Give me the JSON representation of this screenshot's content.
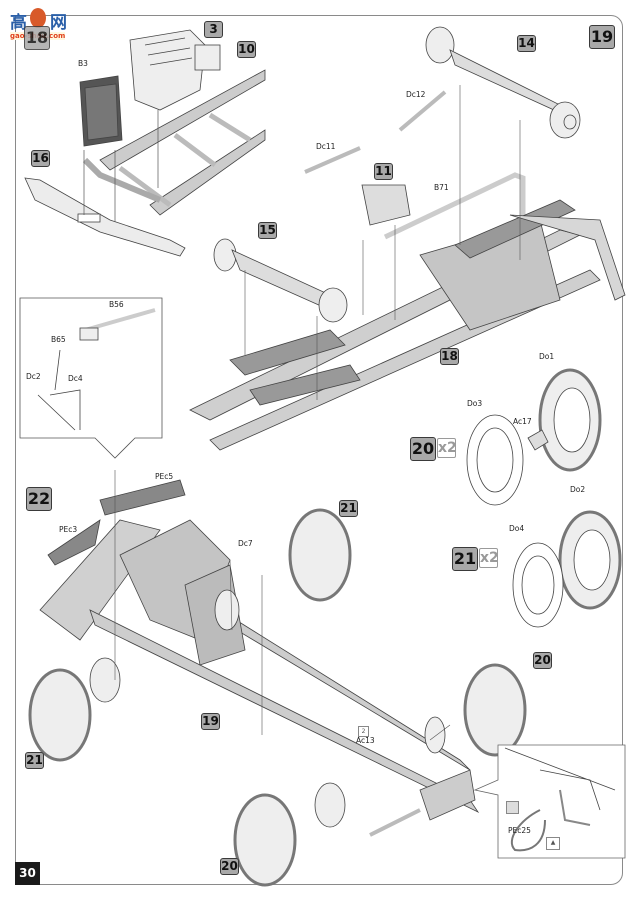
{
  "watermark": {
    "chars": [
      "高",
      "网"
    ],
    "url": "gao-shou.com"
  },
  "page_number": "30",
  "steps": {
    "s18": {
      "number": "18"
    },
    "s19": {
      "number": "19"
    },
    "s20": {
      "number": "20",
      "quantity": "x2"
    },
    "s21": {
      "number": "21",
      "quantity": "x2"
    },
    "s22": {
      "number": "22"
    }
  },
  "subassembly_refs": {
    "r3": "3",
    "r10": "10",
    "r16": "16",
    "r15": "15",
    "r14": "14",
    "r11": "11",
    "r18": "18",
    "r21_step22": "21",
    "r19": "19",
    "r21_bottom": "21",
    "r20_right": "20",
    "r20_bottom": "20"
  },
  "part_labels": {
    "b3": "B3",
    "dc12": "Dc12",
    "dc11": "Dc11",
    "b71": "B71",
    "b56": "B56",
    "b65": "B65",
    "dc2": "Dc2",
    "dc4": "Dc4",
    "do1": "Do1",
    "do3": "Do3",
    "ac17": "Ac17",
    "do2": "Do2",
    "do4": "Do4",
    "pec5": "PEc5",
    "pec3": "PEc3",
    "dc7": "Dc7",
    "ac13": "Ac13",
    "ac13_qty": "2",
    "pec25": "PEc25"
  },
  "colors": {
    "badge_fill": "#a9a9a9",
    "part_gray": "#bdbdbd",
    "line": "#333333",
    "page_number_bg": "#1a1a1a"
  }
}
